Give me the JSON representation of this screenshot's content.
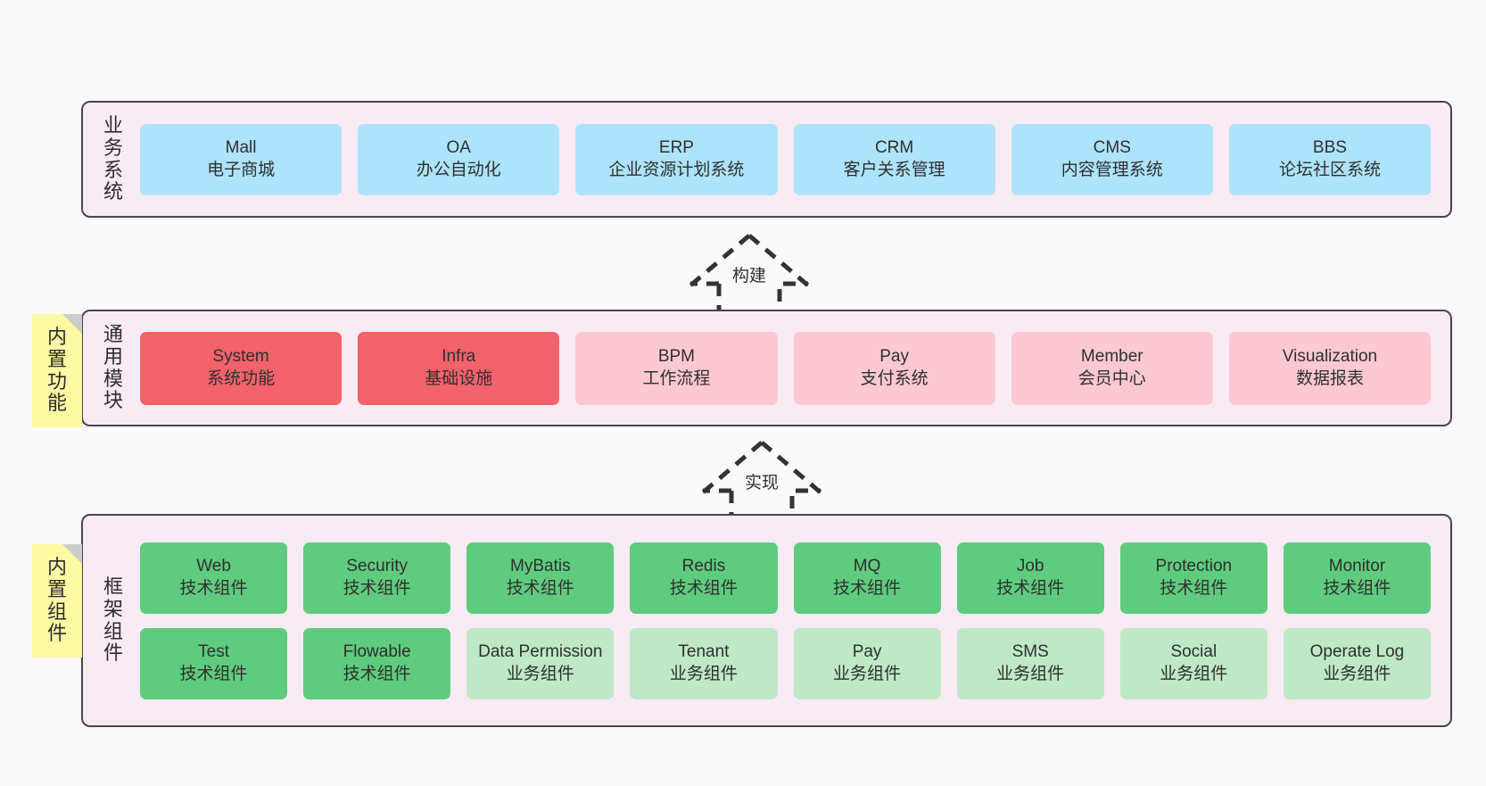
{
  "diagram": {
    "background_color": "#fafafa",
    "panel_color": "#f9ebf4",
    "panel_border_color": "#4a4453",
    "note_color": "#fcfaa2",
    "note_fold_color": "#cccccc"
  },
  "layers": [
    {
      "id": "business-system",
      "title": "业务系统",
      "note": null,
      "rows": [
        {
          "boxes": [
            {
              "title": "Mall",
              "subtitle": "电子商城",
              "color": "#ade3fb",
              "style": "blue"
            },
            {
              "title": "OA",
              "subtitle": "办公自动化",
              "color": "#ade3fb",
              "style": "blue"
            },
            {
              "title": "ERP",
              "subtitle": "企业资源计划系统",
              "color": "#ade3fb",
              "style": "blue"
            },
            {
              "title": "CRM",
              "subtitle": "客户关系管理",
              "color": "#ade3fb",
              "style": "blue"
            },
            {
              "title": "CMS",
              "subtitle": "内容管理系统",
              "color": "#ade3fb",
              "style": "blue"
            },
            {
              "title": "BBS",
              "subtitle": "论坛社区系统",
              "color": "#ade3fb",
              "style": "blue"
            }
          ]
        }
      ]
    },
    {
      "id": "common-module",
      "title": "通用模块",
      "note": "内置功能",
      "rows": [
        {
          "boxes": [
            {
              "title": "System",
              "subtitle": "系统功能",
              "color": "#f4626c",
              "style": "red"
            },
            {
              "title": "Infra",
              "subtitle": "基础设施",
              "color": "#f4626c",
              "style": "red"
            },
            {
              "title": "BPM",
              "subtitle": "工作流程",
              "color": "#fcc8d1",
              "style": "pinklight"
            },
            {
              "title": "Pay",
              "subtitle": "支付系统",
              "color": "#fcc8d1",
              "style": "pinklight"
            },
            {
              "title": "Member",
              "subtitle": "会员中心",
              "color": "#fcc8d1",
              "style": "pinklight"
            },
            {
              "title": "Visualization",
              "subtitle": "数据报表",
              "color": "#fcc8d1",
              "style": "pinklight"
            }
          ]
        }
      ]
    },
    {
      "id": "framework-component",
      "title": "框架组件",
      "note": "内置组件",
      "rows": [
        {
          "boxes": [
            {
              "title": "Web",
              "subtitle": "技术组件",
              "color": "#5fcb7e",
              "style": "green"
            },
            {
              "title": "Security",
              "subtitle": "技术组件",
              "color": "#5fcb7e",
              "style": "green"
            },
            {
              "title": "MyBatis",
              "subtitle": "技术组件",
              "color": "#5fcb7e",
              "style": "green"
            },
            {
              "title": "Redis",
              "subtitle": "技术组件",
              "color": "#5fcb7e",
              "style": "green"
            },
            {
              "title": "MQ",
              "subtitle": "技术组件",
              "color": "#5fcb7e",
              "style": "green"
            },
            {
              "title": "Job",
              "subtitle": "技术组件",
              "color": "#5fcb7e",
              "style": "green"
            },
            {
              "title": "Protection",
              "subtitle": "技术组件",
              "color": "#5fcb7e",
              "style": "green"
            },
            {
              "title": "Monitor",
              "subtitle": "技术组件",
              "color": "#5fcb7e",
              "style": "green"
            }
          ]
        },
        {
          "boxes": [
            {
              "title": "Test",
              "subtitle": "技术组件",
              "color": "#5fcb7e",
              "style": "green"
            },
            {
              "title": "Flowable",
              "subtitle": "技术组件",
              "color": "#5fcb7e",
              "style": "green"
            },
            {
              "title": "Data Permission",
              "subtitle": "业务组件",
              "color": "#bee8c6",
              "style": "greenlight"
            },
            {
              "title": "Tenant",
              "subtitle": "业务组件",
              "color": "#bee8c6",
              "style": "greenlight"
            },
            {
              "title": "Pay",
              "subtitle": "业务组件",
              "color": "#bee8c6",
              "style": "greenlight"
            },
            {
              "title": "SMS",
              "subtitle": "业务组件",
              "color": "#bee8c6",
              "style": "greenlight"
            },
            {
              "title": "Social",
              "subtitle": "业务组件",
              "color": "#bee8c6",
              "style": "greenlight"
            },
            {
              "title": "Operate Log",
              "subtitle": "业务组件",
              "color": "#bee8c6",
              "style": "greenlight"
            }
          ]
        }
      ]
    }
  ],
  "arrows": [
    {
      "id": "build-arrow",
      "label": "构建",
      "direction": "up",
      "style": "dashed-hollow"
    },
    {
      "id": "implement-arrow",
      "label": "实现",
      "direction": "up",
      "style": "dashed-hollow"
    }
  ]
}
